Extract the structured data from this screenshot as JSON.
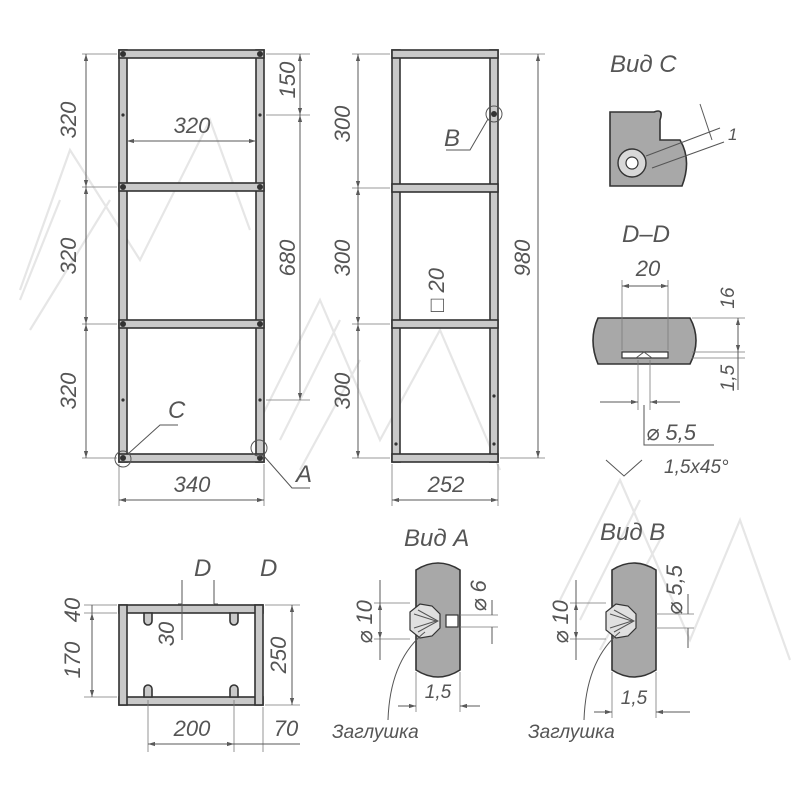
{
  "colors": {
    "frame_fill": "#c9c9c9",
    "line": "#333333",
    "dimension": "#5a5a5a",
    "text": "#555555",
    "watermark": "#e6e6e6"
  },
  "front_view": {
    "dims": {
      "left_top": "320",
      "left_mid": "320",
      "left_bot": "320",
      "inner_width": "320",
      "right_top": "150",
      "right_mid": "680",
      "bottom_width": "340"
    },
    "callouts": {
      "c": "C",
      "a": "A"
    }
  },
  "side_view": {
    "dims": {
      "left_top": "300",
      "left_mid": "300",
      "left_bot": "300",
      "height": "980",
      "square": "□ 20",
      "bottom_width": "252"
    },
    "callouts": {
      "b": "B"
    }
  },
  "view_c": {
    "title": "Вид С",
    "dim": "1"
  },
  "section_dd": {
    "title": "D–D",
    "width": "20",
    "height": "16",
    "lip": "1,5",
    "diameter": "⌀ 5,5",
    "chamfer": "1,5x45°"
  },
  "top_view": {
    "dims": {
      "left_top": "40",
      "left_height": "170",
      "inner_offset": "30",
      "right_height": "250",
      "inner_width": "200",
      "right_offset": "70"
    },
    "section_marks": {
      "left": "D",
      "right": "D"
    }
  },
  "view_a": {
    "title": "Вид А",
    "outer_diameter": "⌀ 10",
    "inner_diameter": "⌀ 6",
    "depth": "1,5",
    "label": "Заглушка"
  },
  "view_b": {
    "title": "Вид В",
    "outer_diameter": "⌀ 10",
    "inner_diameter": "⌀ 5,5",
    "depth": "1,5",
    "label": "Заглушка"
  }
}
